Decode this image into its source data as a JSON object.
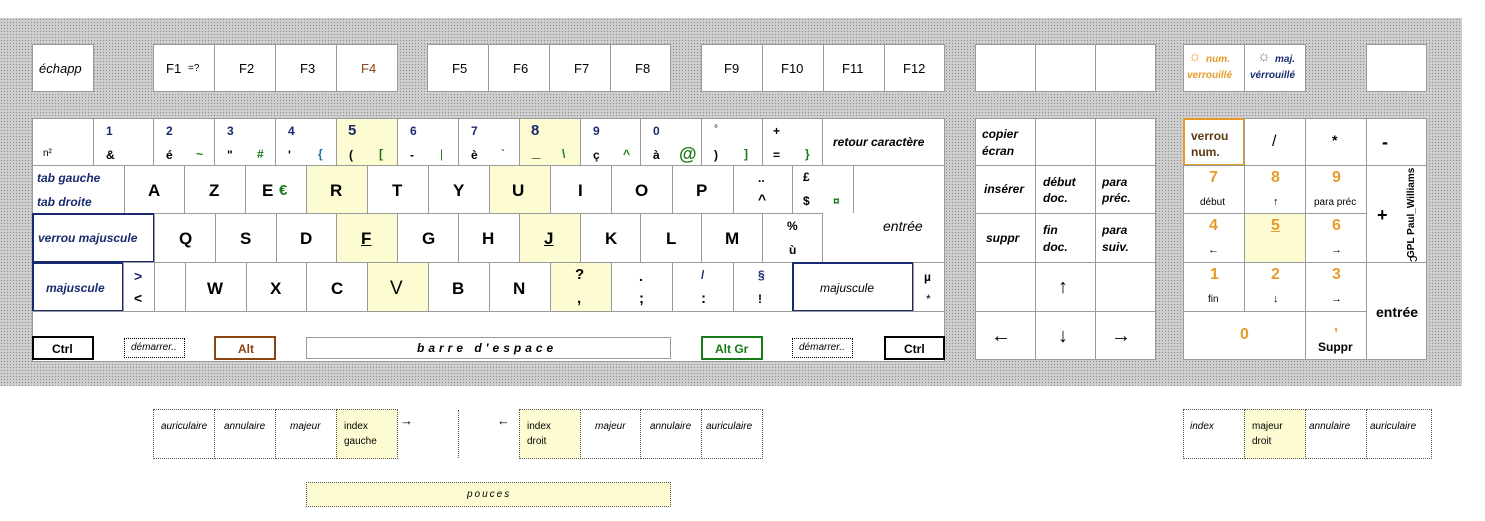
{
  "function_row": {
    "esc": "échapp",
    "f1": "F1",
    "f1_help": "=?",
    "f2": "F2",
    "f3": "F3",
    "f4": "F4",
    "f5": "F5",
    "f6": "F6",
    "f7": "F7",
    "f8": "F8",
    "f9": "F9",
    "f10": "F10",
    "f11": "F11",
    "f12": "F12"
  },
  "indicators": {
    "num": [
      "num.",
      "verrouillé"
    ],
    "maj": [
      "maj.",
      "vérrouillé"
    ],
    "num_color": "#e69b2a",
    "maj_color": "#1a2a6e"
  },
  "number_row": {
    "sup2": "n²",
    "k1": [
      "1",
      "&"
    ],
    "k2": [
      "2",
      "é",
      "~"
    ],
    "k3": [
      "3",
      "\"",
      "#"
    ],
    "k4": [
      "4",
      "'",
      "{"
    ],
    "k5": [
      "5",
      "(",
      "["
    ],
    "k6": [
      "6",
      "-",
      "|"
    ],
    "k7": [
      "7",
      "è",
      "`"
    ],
    "k8": [
      "8",
      "_",
      "\\"
    ],
    "k9": [
      "9",
      "ç",
      "^"
    ],
    "k0": [
      "0",
      "à",
      "@"
    ],
    "kdeg": [
      "°",
      ")",
      "]"
    ],
    "kplus": [
      "+",
      "=",
      "}"
    ],
    "backspace": "retour caractère"
  },
  "top_row": {
    "tab": [
      "tab gauche",
      "tab droite"
    ],
    "letters": [
      "A",
      "Z",
      "E",
      "R",
      "T",
      "Y",
      "U",
      "I",
      "O",
      "P"
    ],
    "euro": "€",
    "trema": [
      "..",
      "^"
    ],
    "pound": [
      "£",
      "$",
      "¤"
    ]
  },
  "home_row": {
    "caps": "verrou majuscule",
    "letters": [
      "Q",
      "S",
      "D",
      "F",
      "G",
      "H",
      "J",
      "K",
      "L",
      "M"
    ],
    "percent": [
      "%",
      "ù"
    ],
    "enter": "entrée"
  },
  "bottom_row": {
    "shift_left": "majuscule",
    "angle": [
      ">",
      "<"
    ],
    "letters": [
      "W",
      "X",
      "C",
      "V",
      "B",
      "N"
    ],
    "question": [
      "?",
      ","
    ],
    "period": [
      ".",
      ";"
    ],
    "slash": [
      "/",
      ":"
    ],
    "section": [
      "§",
      "!"
    ],
    "shift_right": "majuscule",
    "mu": [
      "µ",
      "*"
    ]
  },
  "control_row": {
    "ctrl": "Ctrl",
    "win": "démarrer..",
    "alt": "Alt",
    "space": "barre d'espace",
    "altgr": "Alt Gr",
    "ctrl_color": "#000000",
    "alt_color": "#8b4513",
    "altgr_color": "#177a17"
  },
  "nav": {
    "print": [
      "copier",
      "écran"
    ],
    "insert": "insérer",
    "home": [
      "début",
      "doc."
    ],
    "pgup": [
      "para",
      "préc."
    ],
    "delete": "suppr",
    "end": [
      "fin",
      "doc."
    ],
    "pgdn": [
      "para",
      "suiv."
    ],
    "up": "↑",
    "left": "←",
    "down": "↓",
    "right": "→"
  },
  "numpad": {
    "numlock": [
      "verrou",
      "num."
    ],
    "slash": "/",
    "star": "*",
    "minus": "-",
    "plus": "+",
    "k7": [
      "7",
      "début"
    ],
    "k8": [
      "8",
      "↑"
    ],
    "k9": [
      "9",
      "para préc"
    ],
    "k4": [
      "4",
      "←"
    ],
    "k5": "5",
    "k6": [
      "6",
      "→"
    ],
    "k1": [
      "1",
      "fin"
    ],
    "k2": [
      "2",
      "↓"
    ],
    "k3": [
      "3",
      "→"
    ],
    "k0": "0",
    "comma": [
      ",",
      "Suppr"
    ],
    "enter": "entrée",
    "credit": "GPL Paul_Williams"
  },
  "fingers": {
    "left": [
      "auriculaire",
      "annulaire",
      "majeur",
      "index",
      "gauche"
    ],
    "right": [
      "index",
      "droit",
      "majeur",
      "annulaire",
      "auriculaire"
    ],
    "numpad": [
      "index",
      "majeur",
      "droit",
      "annulaire",
      "auriculaire"
    ],
    "thumbs": "pouces",
    "arrow_right": "→",
    "arrow_left": "←"
  }
}
